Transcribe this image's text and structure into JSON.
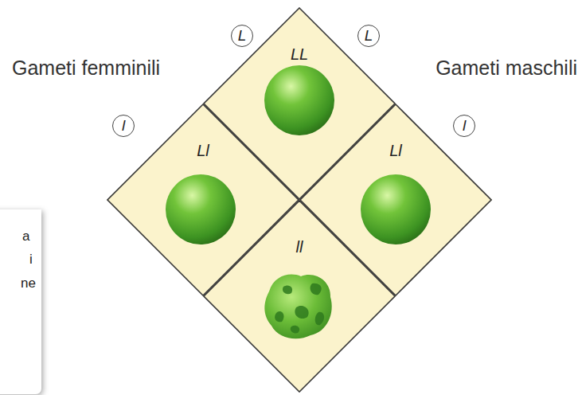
{
  "diagram": {
    "nodes": [
      {
        "text": [
          "L"
        ]
      },
      {
        "text": [
          "L"
        ]
      },
      {
        "text": [
          "LL"
        ]
      },
      {
        "text": [
          "l"
        ]
      },
      {
        "text": [
          "l"
        ]
      },
      {
        "text": [
          "Ll"
        ]
      },
      {
        "text": [
          "Ll"
        ]
      },
      {
        "text": [
          "ll"
        ]
      }
    ],
    "labels": [
      "Gameti femminili",
      "Gameti maschili",
      "a",
      "i",
      "ne"
    ]
  }
}
